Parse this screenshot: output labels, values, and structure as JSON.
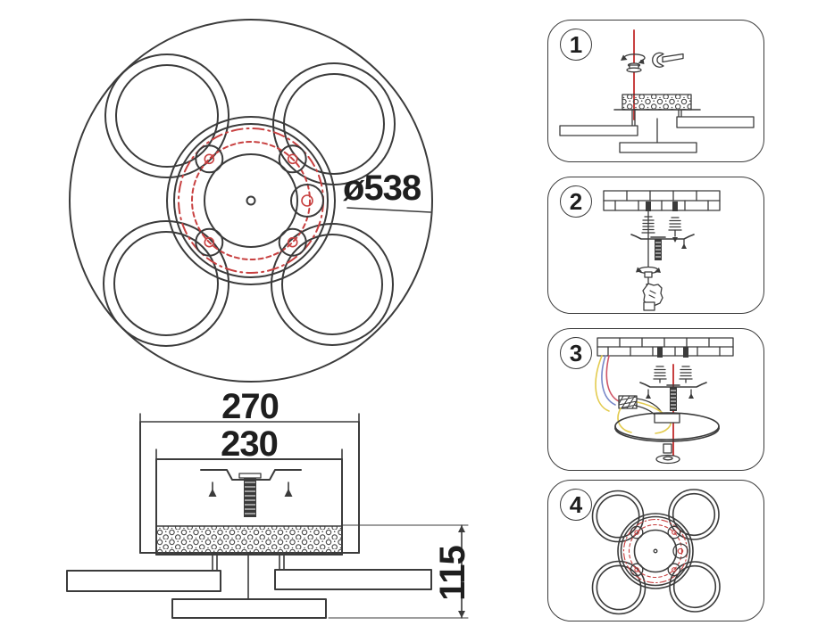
{
  "colors": {
    "background": "#ffffff",
    "line": "#3b3b3b",
    "accent_red": "#c84040",
    "wire_yellow": "#e3cb4e",
    "wire_blue": "#7787c9",
    "wire_red": "#cf5566",
    "text": "#1e1e1e"
  },
  "dimensions": {
    "diameter": "ø538",
    "outer_width": "270",
    "inner_width": "230",
    "height": "115"
  },
  "steps": [
    {
      "number": "1",
      "illustration": "tighten-nut-with-wrench-on-mounted-base"
    },
    {
      "number": "2",
      "illustration": "anchors-bracket-and-threaded-rod-in-ceiling"
    },
    {
      "number": "3",
      "illustration": "connect-wires-terminal-block-attach-canopy"
    },
    {
      "number": "4",
      "illustration": "assembled-ceiling-lamp-bottom-view"
    }
  ]
}
